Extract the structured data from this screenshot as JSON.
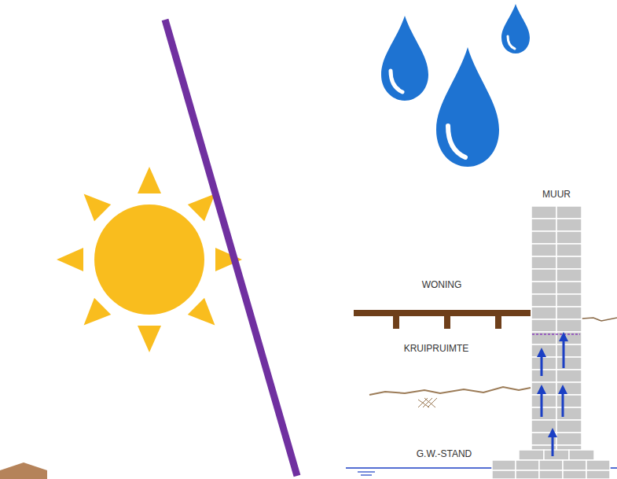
{
  "diagram": {
    "labels": [
      "MUUR",
      "WONING",
      "KRUIPRUIMTE",
      "G.W.-STAND"
    ]
  }
}
